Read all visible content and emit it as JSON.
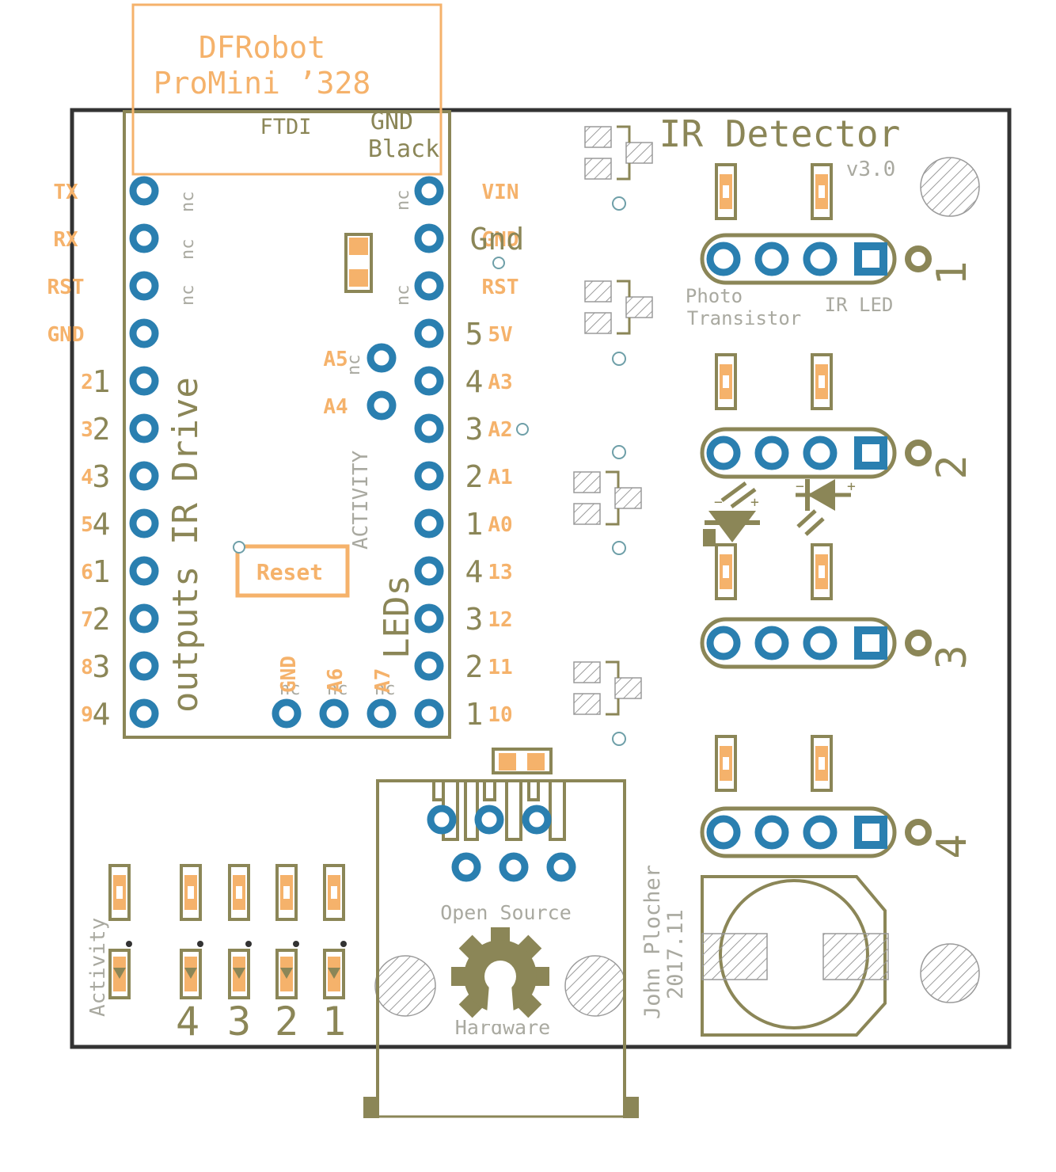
{
  "board": {
    "title": "IR Detector",
    "version": "v3.0",
    "author": "John Plocher",
    "date": "2017.11"
  },
  "module": {
    "name_line1": "DFRobot",
    "name_line2": "ProMini ’328",
    "ftdi": "FTDI",
    "gnd": "GND",
    "black": "Black",
    "reset": "Reset",
    "activity": "ACTIVITY",
    "pin_a5": "A5",
    "pin_a4": "A4"
  },
  "left_labels": [
    "TX",
    "RX",
    "RST",
    "GND",
    "2",
    "3",
    "4",
    "5",
    "6",
    "7",
    "8",
    "9"
  ],
  "left_numbers": [
    "1",
    "2",
    "3",
    "4",
    "1",
    "2",
    "3",
    "4"
  ],
  "right_labels": [
    "VIN",
    "GND",
    "RST",
    "5V",
    "A3",
    "A2",
    "A1",
    "A0",
    "13",
    "12",
    "11",
    "10"
  ],
  "right_silk": [
    "Gnd",
    "5",
    "4",
    "3",
    "2",
    "1",
    "4",
    "3",
    "2",
    "1"
  ],
  "vertical_labels": {
    "outputs": "outputs IR Drive",
    "leds": "LEDs",
    "activity": "Activity",
    "bottom_gnd": "GND",
    "bottom_a6": "A6",
    "bottom_a7": "A7"
  },
  "nc": "nc",
  "connector_labels": {
    "photo1": "Photo",
    "photo2": "Transistor",
    "irled": "IR LED",
    "numbers": [
      "1",
      "2",
      "3",
      "4"
    ]
  },
  "led_numbers": [
    "4",
    "3",
    "2",
    "1"
  ],
  "usb": {
    "open_source": "Open Source",
    "hardware": "Hardware"
  },
  "colors": {
    "silkscreen": "#8b8657",
    "label_orange": "#f5b26b",
    "pad_blue": "#2a7fb0",
    "board_outline": "#333333"
  }
}
